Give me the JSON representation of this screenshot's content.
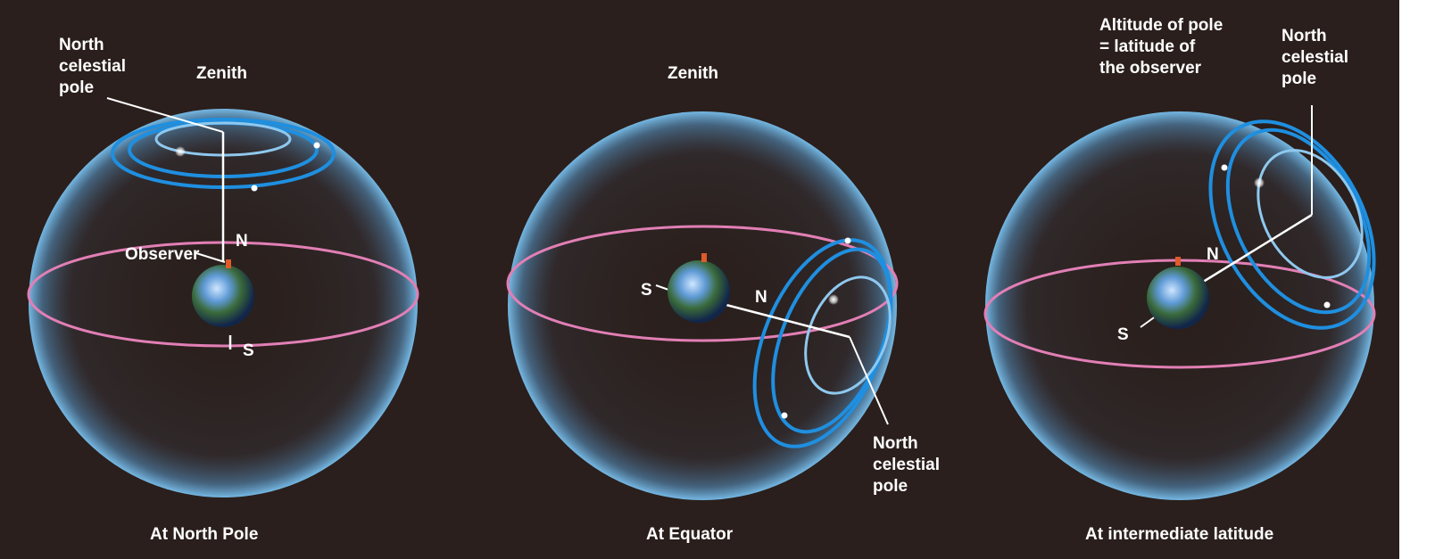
{
  "panels": [
    {
      "caption": "At North Pole",
      "labels": {
        "pole": [
          "North",
          "celestial",
          "pole"
        ],
        "zenith": "Zenith",
        "observer": "Observer",
        "north": "N",
        "south": "S"
      }
    },
    {
      "caption": "At Equator",
      "labels": {
        "zenith": "Zenith",
        "south": "S",
        "north": "N",
        "pole": [
          "North",
          "celestial",
          "pole"
        ]
      }
    },
    {
      "caption": "At intermediate latitude",
      "labels": {
        "altitude": [
          "Altitude of pole",
          "= latitude of",
          "the observer"
        ],
        "pole": [
          "North",
          "celestial",
          "pole"
        ],
        "north": "N",
        "south": "S"
      }
    }
  ],
  "colors": {
    "background": "#2a1f1c",
    "horizon": "#e27fb5",
    "star_path_outer": "#1f8fe0",
    "star_path_inner": "#8fc8ee",
    "sphere_edge": "#5aaee6",
    "observer_marker": "#e05a2a"
  }
}
